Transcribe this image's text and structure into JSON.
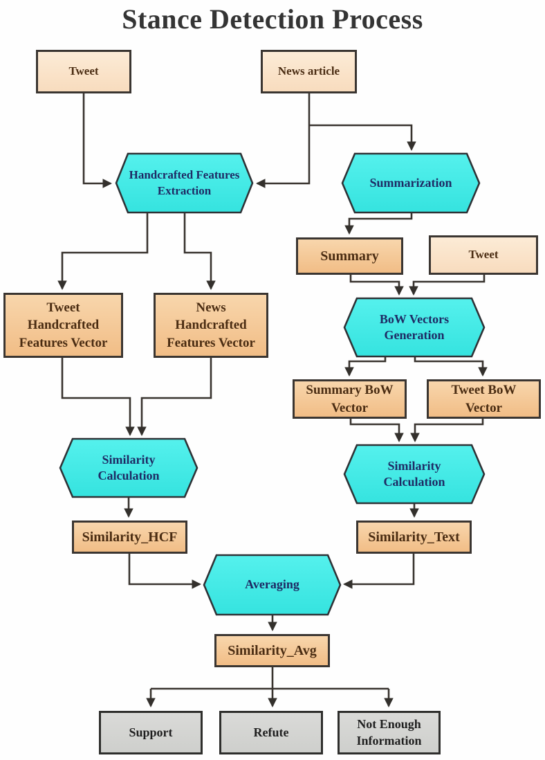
{
  "diagram": {
    "title": "Stance Detection Process",
    "type": "flowchart",
    "colors": {
      "process_fill": "#40ebe7",
      "data_fill": "#f5c995",
      "input_fill": "#fbe6cd",
      "output_fill": "#d6d6d3",
      "border": "#3a3531",
      "arrow": "#38332e",
      "process_text": "#1e2a64",
      "data_text": "#4a2c12",
      "title_text": "#343434"
    },
    "nodes": {
      "tweet_top": {
        "label": "Tweet",
        "type": "input"
      },
      "news_article": {
        "label": "News article",
        "type": "input"
      },
      "hcf_extraction": {
        "label": "Handcrafted Features Extraction",
        "type": "process"
      },
      "summarization": {
        "label": "Summarization",
        "type": "process"
      },
      "summary": {
        "label": "Summary",
        "type": "data"
      },
      "tweet_right": {
        "label": "Tweet",
        "type": "input"
      },
      "bow_generation": {
        "label": "BoW Vectors Generation",
        "type": "process"
      },
      "tweet_hcf_vector": {
        "label": "Tweet Handcrafted Features Vector",
        "type": "data"
      },
      "news_hcf_vector": {
        "label": "News Handcrafted Features Vector",
        "type": "data"
      },
      "summary_bow_vector": {
        "label": "Summary BoW Vector",
        "type": "data"
      },
      "tweet_bow_vector": {
        "label": "Tweet BoW Vector",
        "type": "data"
      },
      "similarity_calc_left": {
        "label": "Similarity Calculation",
        "type": "process"
      },
      "similarity_calc_right": {
        "label": "Similarity Calculation",
        "type": "process"
      },
      "similarity_hcf": {
        "label": "Similarity_HCF",
        "type": "data"
      },
      "similarity_text": {
        "label": "Similarity_Text",
        "type": "data"
      },
      "averaging": {
        "label": "Averaging",
        "type": "process"
      },
      "similarity_avg": {
        "label": "Similarity_Avg",
        "type": "data"
      },
      "support": {
        "label": "Support",
        "type": "output"
      },
      "refute": {
        "label": "Refute",
        "type": "output"
      },
      "not_enough_info": {
        "label": "Not Enough Information",
        "type": "output"
      }
    },
    "edges": [
      {
        "from": "Tweet",
        "to": "Handcrafted Features Extraction"
      },
      {
        "from": "News article",
        "to": "Handcrafted Features Extraction"
      },
      {
        "from": "News article",
        "to": "Summarization"
      },
      {
        "from": "Handcrafted Features Extraction",
        "to": "Tweet Handcrafted Features Vector"
      },
      {
        "from": "Handcrafted Features Extraction",
        "to": "News Handcrafted Features Vector"
      },
      {
        "from": "Summarization",
        "to": "Summary"
      },
      {
        "from": "Summary",
        "to": "BoW Vectors Generation"
      },
      {
        "from": "Tweet",
        "to": "BoW Vectors Generation"
      },
      {
        "from": "BoW Vectors Generation",
        "to": "Summary BoW Vector"
      },
      {
        "from": "BoW Vectors Generation",
        "to": "Tweet BoW Vector"
      },
      {
        "from": "Tweet Handcrafted Features Vector",
        "to": "Similarity Calculation (left)"
      },
      {
        "from": "News Handcrafted Features Vector",
        "to": "Similarity Calculation (left)"
      },
      {
        "from": "Summary BoW Vector",
        "to": "Similarity Calculation (right)"
      },
      {
        "from": "Tweet BoW Vector",
        "to": "Similarity Calculation (right)"
      },
      {
        "from": "Similarity Calculation (left)",
        "to": "Similarity_HCF"
      },
      {
        "from": "Similarity Calculation (right)",
        "to": "Similarity_Text"
      },
      {
        "from": "Similarity_HCF",
        "to": "Averaging"
      },
      {
        "from": "Similarity_Text",
        "to": "Averaging"
      },
      {
        "from": "Averaging",
        "to": "Similarity_Avg"
      },
      {
        "from": "Similarity_Avg",
        "to": "Support"
      },
      {
        "from": "Similarity_Avg",
        "to": "Refute"
      },
      {
        "from": "Similarity_Avg",
        "to": "Not Enough Information"
      }
    ]
  }
}
